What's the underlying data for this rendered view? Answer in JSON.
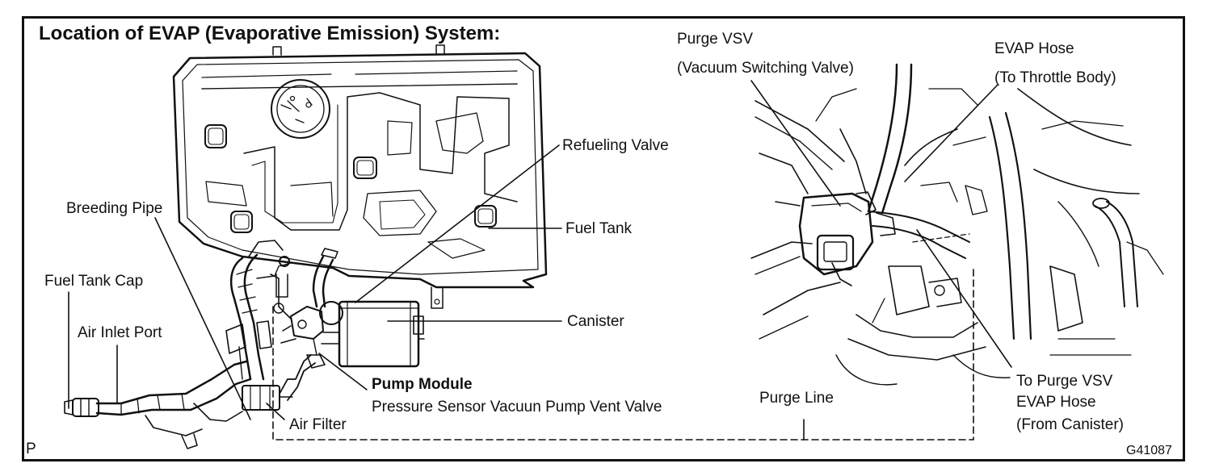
{
  "title": "Location of EVAP (Evaporative Emission) System:",
  "labels": {
    "purge_vsv": "Purge VSV",
    "purge_vsv_sub": "(Vacuum Switching Valve)",
    "evap_hose": "EVAP Hose",
    "evap_hose_sub": "(To Throttle Body)",
    "refueling_valve": "Refueling Valve",
    "breeding_pipe": "Breeding Pipe",
    "fuel_tank": "Fuel Tank",
    "fuel_tank_cap": "Fuel Tank Cap",
    "canister": "Canister",
    "air_inlet_port": "Air Inlet Port",
    "pump_module": "Pump Module",
    "pump_module_sub": "Pressure Sensor Vacuun Pump Vent Valve",
    "air_filter": "Air Filter",
    "purge_line": "Purge Line",
    "to_purge_vsv": "To Purge VSV",
    "evap_hose_canister": "EVAP Hose",
    "from_canister": "(From Canister)",
    "corner_p": "P",
    "figure_code": "G41087"
  }
}
